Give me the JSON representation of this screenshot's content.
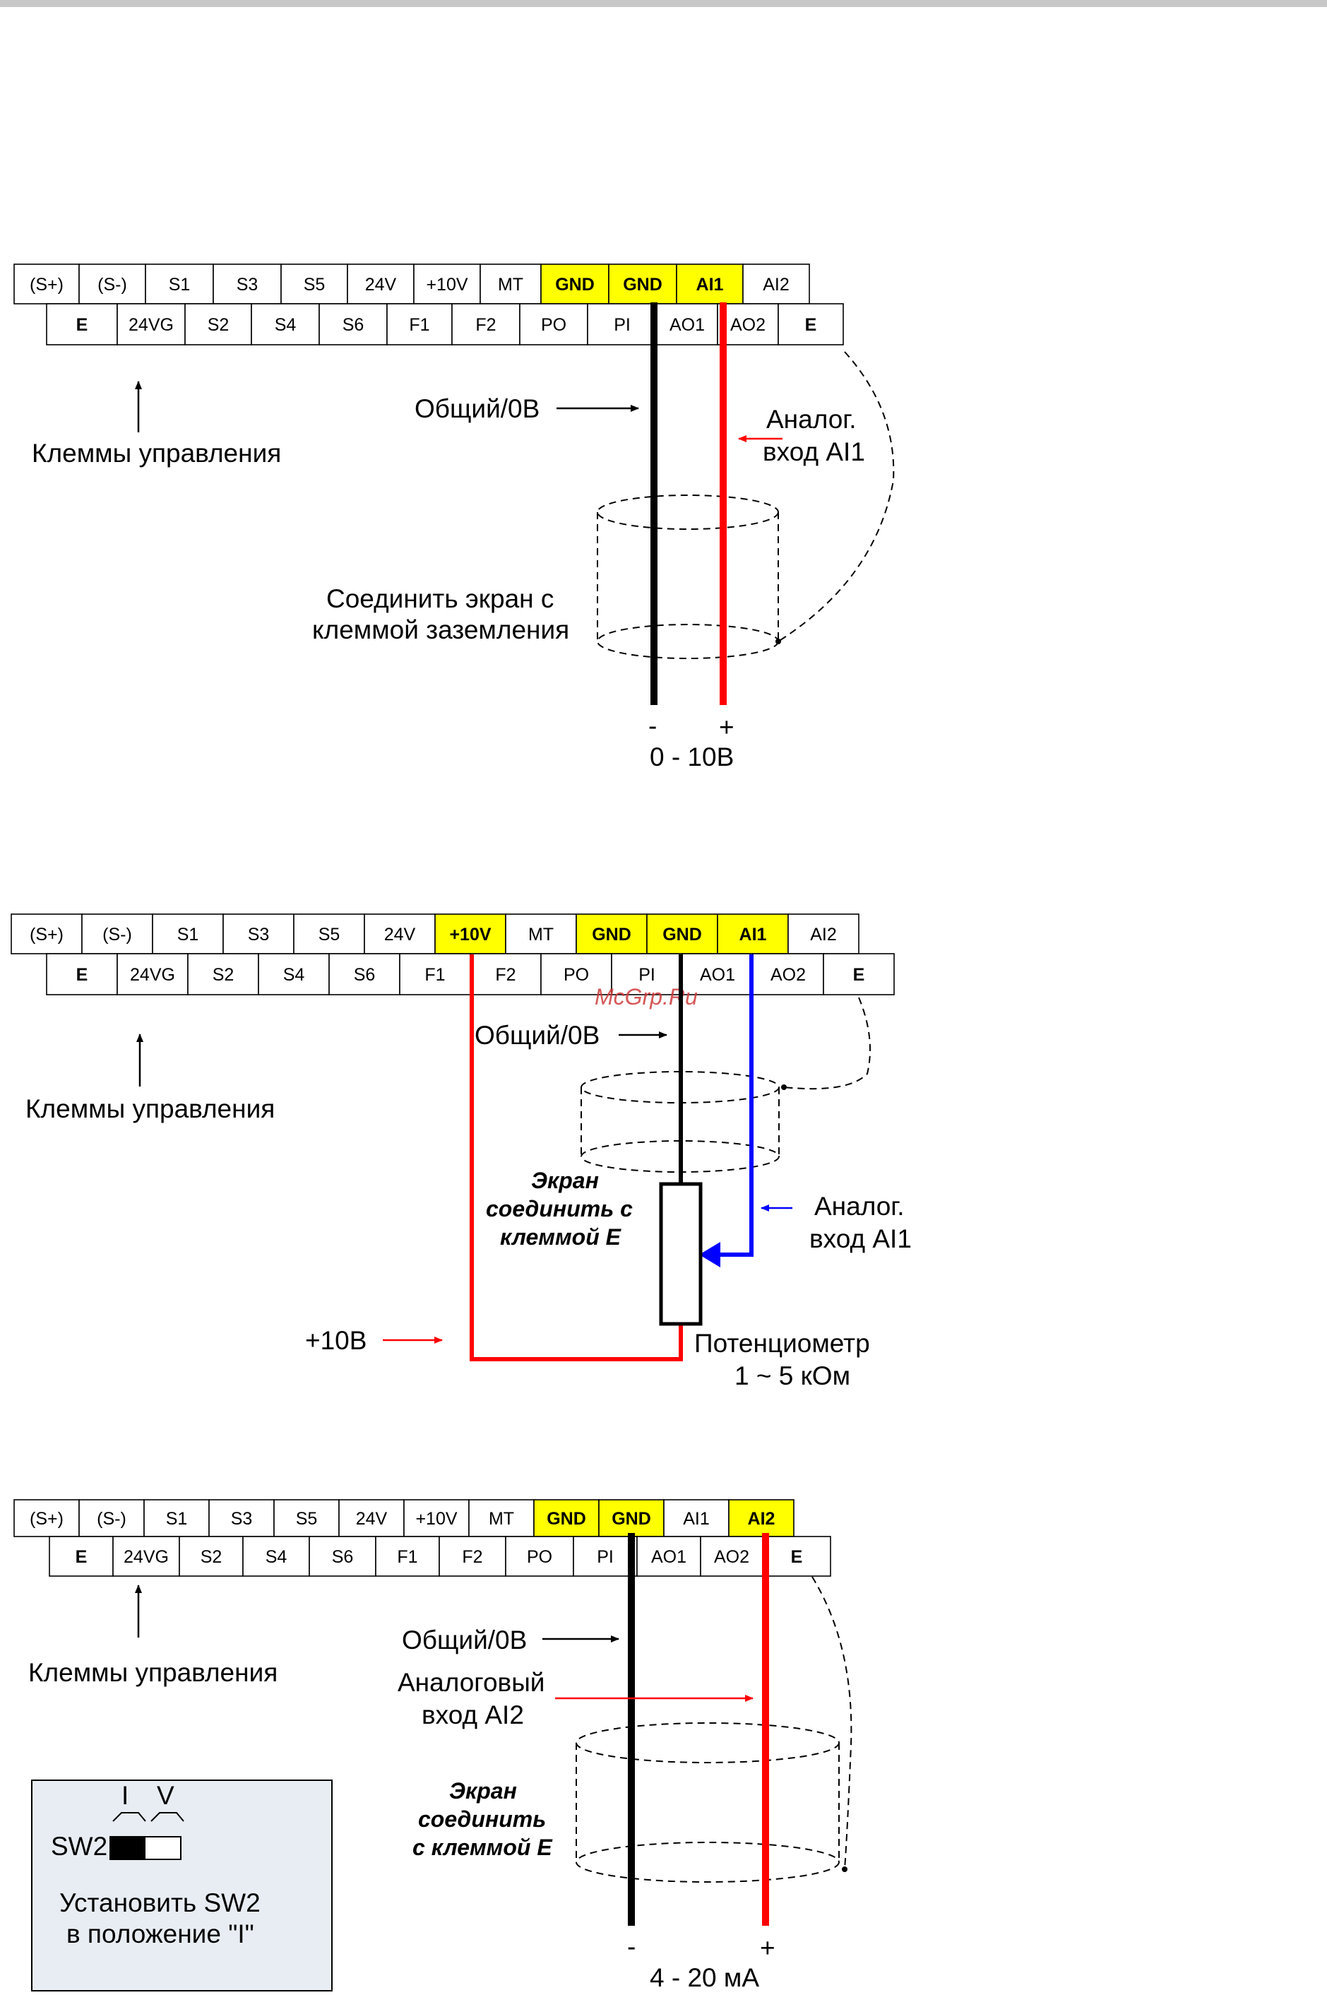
{
  "watermark": "McGrp.Ru",
  "colors": {
    "highlight": "#ffff00",
    "red_wire": "#ff0000",
    "blue_wire": "#0000ff",
    "black_wire": "#000000"
  },
  "diagrams": [
    {
      "id": "d1",
      "top_row": [
        "(S+)",
        "(S-)",
        "S1",
        "S3",
        "S5",
        "24V",
        "+10V",
        "MT",
        "GND",
        "GND",
        "AI1",
        "AI2"
      ],
      "bottom_row": [
        "E",
        "24VG",
        "S2",
        "S4",
        "S6",
        "F1",
        "F2",
        "PO",
        "PI",
        "AO1",
        "AO2",
        "E"
      ],
      "highlight_top": [
        "GND",
        "GND",
        "AI1"
      ],
      "control_terminals": "Клеммы управления",
      "common": "Общий/0В",
      "analog_line1": "Аналог.",
      "analog_line2": "вход AI1",
      "shield_line1": "Соединить экран с",
      "shield_line2": "клеммой заземления",
      "minus": "-",
      "plus": "+",
      "range": "0 - 10В"
    },
    {
      "id": "d2",
      "top_row": [
        "(S+)",
        "(S-)",
        "S1",
        "S3",
        "S5",
        "24V",
        "+10V",
        "MT",
        "GND",
        "GND",
        "AI1",
        "AI2"
      ],
      "bottom_row": [
        "E",
        "24VG",
        "S2",
        "S4",
        "S6",
        "F1",
        "F2",
        "PO",
        "PI",
        "AO1",
        "AO2",
        "E"
      ],
      "highlight_top": [
        "+10V",
        "GND",
        "GND",
        "AI1"
      ],
      "control_terminals": "Клеммы управления",
      "common": "Общий/0В",
      "shield_line1": "Экран",
      "shield_line2": "соединить с",
      "shield_line3": "клеммой Е",
      "analog_line1": "Аналог.",
      "analog_line2": "вход AI1",
      "plus10": "+10В",
      "pot_line1": "Потенциометр",
      "pot_line2": "1 ~ 5 кОм"
    },
    {
      "id": "d3",
      "top_row": [
        "(S+)",
        "(S-)",
        "S1",
        "S3",
        "S5",
        "24V",
        "+10V",
        "MT",
        "GND",
        "GND",
        "AI1",
        "AI2"
      ],
      "bottom_row": [
        "E",
        "24VG",
        "S2",
        "S4",
        "S6",
        "F1",
        "F2",
        "PO",
        "PI",
        "AO1",
        "AO2",
        "E"
      ],
      "highlight_top": [
        "GND",
        "GND",
        "AI2"
      ],
      "control_terminals": "Клеммы управления",
      "common": "Общий/0В",
      "analog_line1": "Аналоговый",
      "analog_line2": "вход AI2",
      "shield_line1": "Экран",
      "shield_line2": "соединить",
      "shield_line3": "с клеммой Е",
      "sw_i": "I",
      "sw_v": "V",
      "sw_name": "SW2",
      "sw_note1": "Установить SW2",
      "sw_note2": "в положение \"I\"",
      "minus": "-",
      "plus": "+",
      "range": "4 - 20 мА"
    }
  ]
}
